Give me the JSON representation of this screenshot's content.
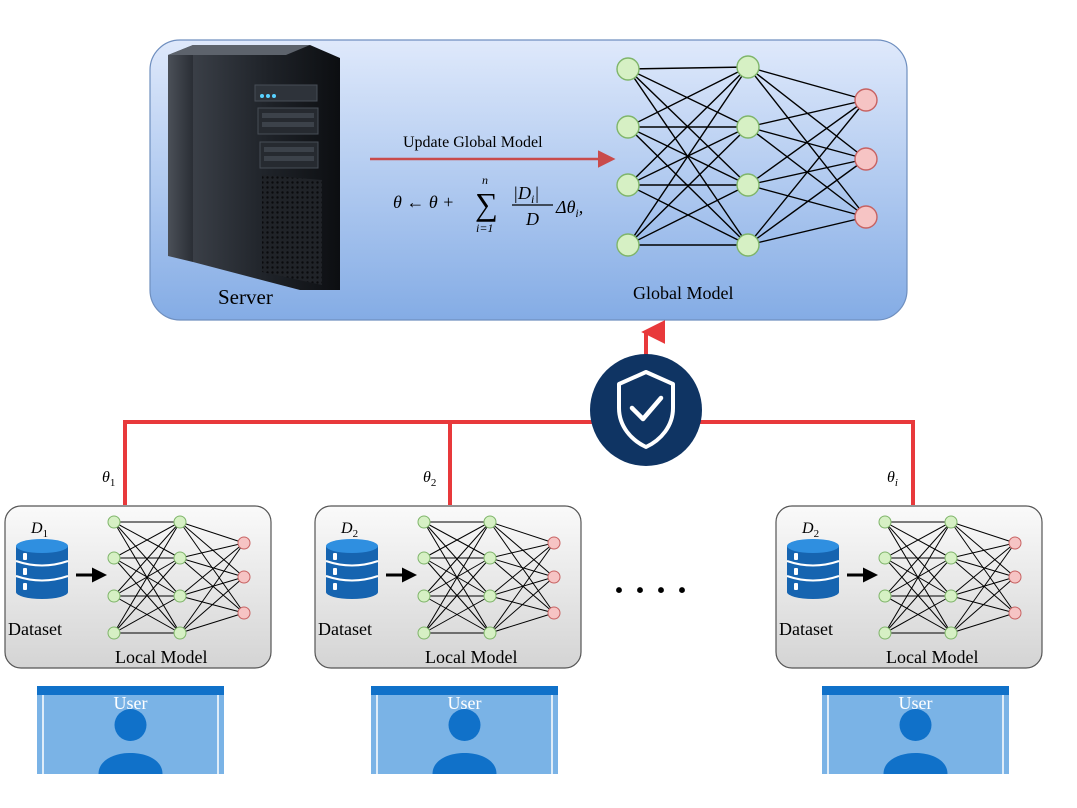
{
  "server": {
    "label": "Server",
    "arrow_label": "Update Global Model",
    "global_model_label": "Global Model",
    "formula": {
      "lhs": "θ ← θ +",
      "sum_symbol": "∑",
      "sum_upper": "n",
      "sum_lower": "i=1",
      "numerator": "|D",
      "numerator_sub": "i",
      "numerator_end": "|",
      "denominator": "D",
      "tail": "Δθ",
      "tail_sub": "i",
      "tail_end": ","
    }
  },
  "clients": [
    {
      "theta": "θ",
      "theta_sub": "1",
      "dataset_symbol": "D",
      "dataset_sub": "1",
      "dataset_label": "Dataset",
      "model_label": "Local Model",
      "user_label": "User"
    },
    {
      "theta": "θ",
      "theta_sub": "2",
      "dataset_symbol": "D",
      "dataset_sub": "2",
      "dataset_label": "Dataset",
      "model_label": "Local Model",
      "user_label": "User"
    },
    {
      "theta": "θ",
      "theta_sub": "i",
      "dataset_symbol": "D",
      "dataset_sub": "2",
      "dataset_label": "Dataset",
      "model_label": "Local Model",
      "user_label": "User"
    }
  ],
  "ellipsis": "· · · ·",
  "colors": {
    "link_red": "#e8393b",
    "shield_navy": "#0f3463",
    "server_panel_top": "#dbe7fa",
    "server_panel_bottom": "#86aee6",
    "input_node": "#d6f0c4",
    "output_node": "#f6c4c4",
    "user_blue": "#7ab3e6",
    "user_dark": "#1071c9",
    "database_blue": "#1664b0"
  },
  "icons": {
    "server": "server-tower-icon",
    "shield": "shield-check-icon",
    "database": "database-icon",
    "user": "user-icon"
  }
}
